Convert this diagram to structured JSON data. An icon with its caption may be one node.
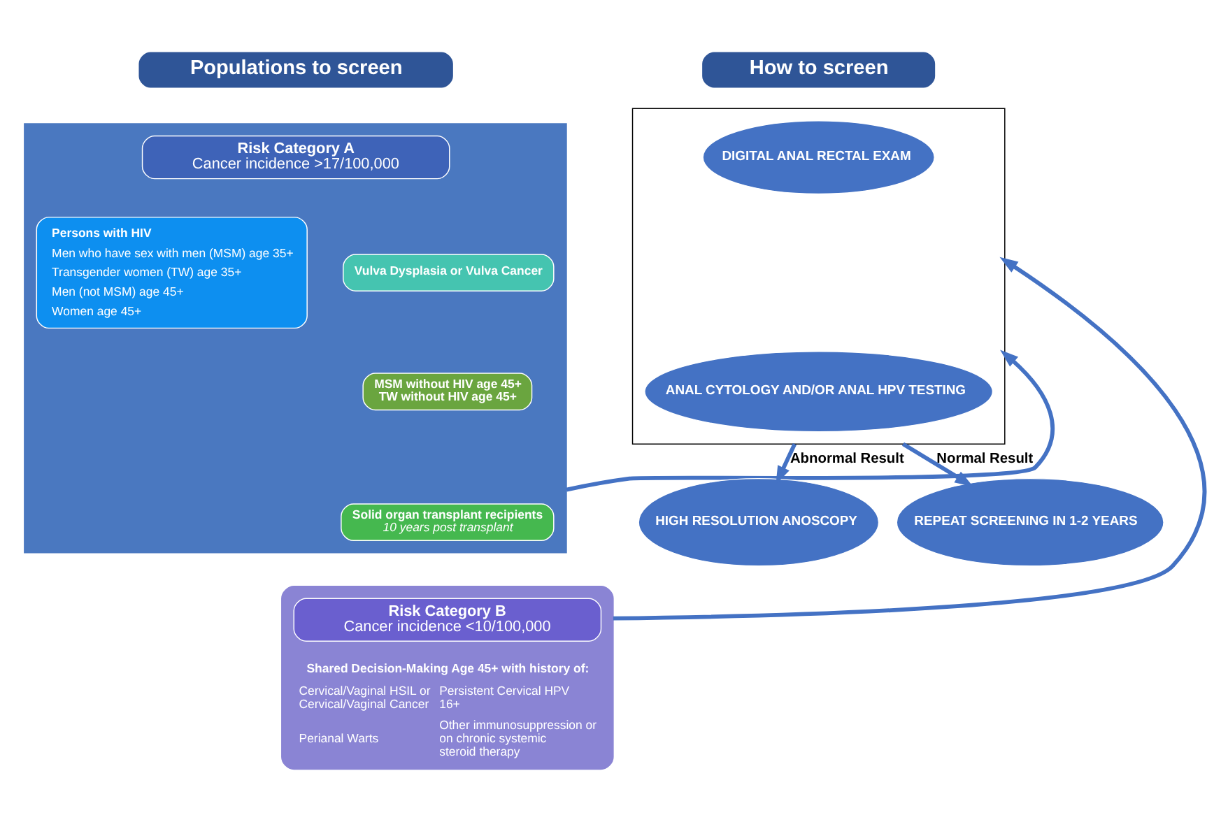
{
  "diagram": {
    "nodes": [
      {
        "text": [
          "Populations to screen"
        ]
      },
      {
        "text": [
          "How to screen"
        ]
      },
      {
        "text": [],
        "shape": "box"
      },
      {
        "text": [
          "Risk Category A",
          "Cancer incidence >17/100,000"
        ],
        "in": 2
      },
      {
        "text": [
          "Persons with HIV",
          "Men who have sex with men (MSM) age 35+",
          "Transgender women (TW) age 35+",
          "Men (not MSM) age 45+",
          "Women age 45+"
        ],
        "in": 2
      },
      {
        "text": [
          "Vulva Dysplasia or Vulva Cancer"
        ],
        "in": 2
      },
      {
        "text": [
          "MSM without HIV age 45+",
          "TW without HIV age 45+"
        ],
        "in": 2
      },
      {
        "text": [
          "Solid organ transplant recipients",
          "10 years post transplant"
        ],
        "in": 2
      },
      {
        "text": [
          "Shared Decision-Making Age 45+ with history of:",
          "Cervical/Vaginal HSIL or Cervical/Vaginal Cancer",
          "Perianal Warts",
          "Persistent Cervical HPV 16+",
          "Other immunosuppression or on chronic systemic steroid therapy"
        ]
      },
      {
        "text": [
          "Risk Category B",
          "Cancer incidence <10/100,000"
        ],
        "in": 8
      },
      {
        "text": [],
        "shape": "box"
      },
      {
        "text": [
          "DIGITAL ANAL RECTAL EXAM"
        ],
        "in": 10
      },
      {
        "text": [
          "ANAL CYTOLOGY AND/OR ANAL HPV TESTING"
        ],
        "in": 10
      },
      {
        "text": [
          "HIGH RESOLUTION ANOSCOPY"
        ]
      },
      {
        "text": [
          "REPEAT SCREENING IN 1-2 YEARS"
        ]
      }
    ],
    "edges": [
      {
        "from": 2,
        "to": 10,
        "arrow": "to"
      },
      {
        "from": 8,
        "to": 10,
        "arrow": "to"
      },
      {
        "from": 10,
        "to": 13,
        "arrow": "to",
        "label": "Abnormal Result"
      },
      {
        "from": 10,
        "to": 14,
        "arrow": "to",
        "label": "Normal Result"
      }
    ]
  }
}
